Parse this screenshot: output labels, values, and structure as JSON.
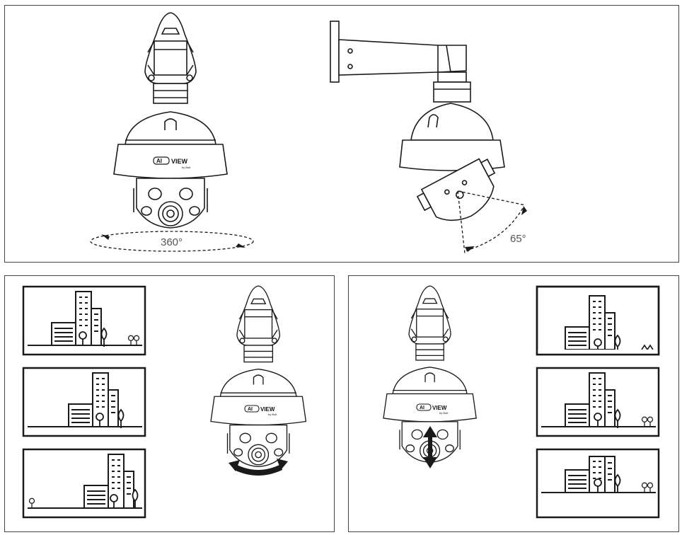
{
  "brand": {
    "ai": "AI",
    "view": "VIEW",
    "by": "by Bolt"
  },
  "angles": {
    "pan": "360°",
    "tilt": "65°"
  },
  "colors": {
    "line": "#1a1a1a",
    "fill": "#ffffff",
    "frame": "#444444"
  },
  "panels": [
    {
      "id": "top",
      "figures": [
        "ceiling-mount-camera-pan",
        "wall-mount-camera-tilt"
      ]
    },
    {
      "id": "bottom-left",
      "figures": [
        "scene-pan-sequence",
        "camera-pan-arrow"
      ]
    },
    {
      "id": "bottom-right",
      "figures": [
        "camera-tilt-arrow",
        "scene-tilt-sequence"
      ]
    }
  ]
}
